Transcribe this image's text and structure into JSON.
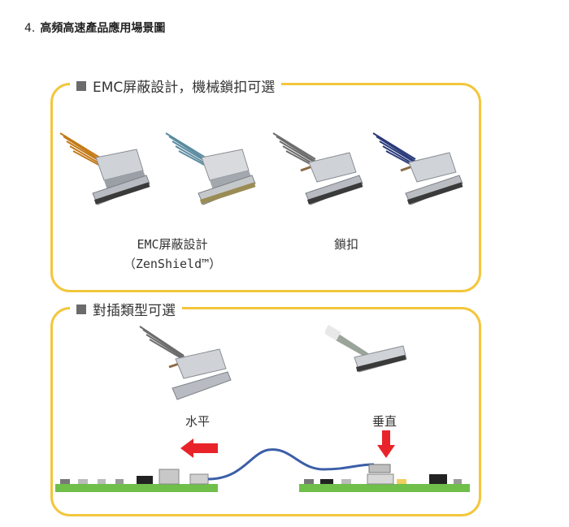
{
  "heading": {
    "number": "4.",
    "text": "高頻高速產品應用場景圖"
  },
  "panel_top": {
    "title": "EMC屏蔽設計，機械鎖扣可選",
    "label_emc": "EMC屏蔽設計",
    "label_emc_sub": "（ZenShield™）",
    "label_lock": "鎖扣"
  },
  "panel_bottom": {
    "title": "對插類型可選",
    "label_horizontal": "水平",
    "label_vertical": "垂直"
  },
  "colors": {
    "frame": "#f3c63c",
    "arrow": "#e8242a",
    "pcb": "#6fbf4a",
    "cable_blue": "#3b5ea8"
  }
}
